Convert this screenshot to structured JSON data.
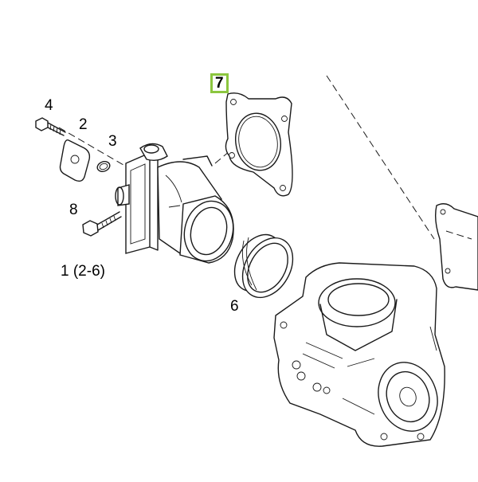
{
  "callouts": {
    "part_1": "1 (2-6)",
    "part_2": "2",
    "part_3": "3",
    "part_4": "4",
    "part_6": "6",
    "part_7": "7",
    "part_8": "8"
  },
  "highlight_color": "#8cc63f"
}
